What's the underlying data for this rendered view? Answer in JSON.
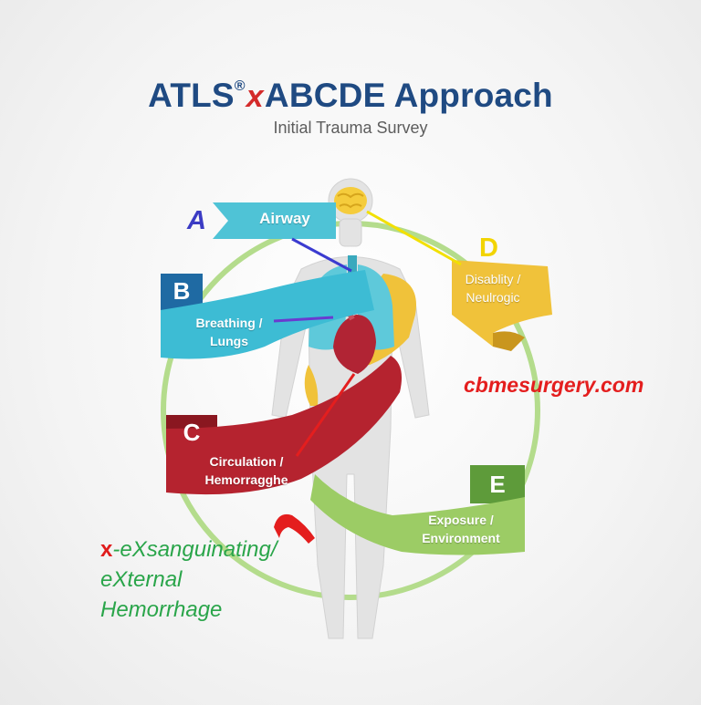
{
  "title": {
    "before": "ATLS",
    "reg": "®",
    "x": "x",
    "after": "ABCDE Approach"
  },
  "subtitle": "Initial Trauma Survey",
  "steps": {
    "A": {
      "letter": "A",
      "label": "Airway",
      "color": "#4fc3d6",
      "letter_color": "#3b3bc4"
    },
    "B": {
      "letter": "B",
      "label_line1": "Breathing /",
      "label_line2": "Lungs",
      "color": "#3dbcd4",
      "badge_color": "#1f6aa3"
    },
    "C": {
      "letter": "C",
      "label_line1": "Circulation /",
      "label_line2": "Hemorragghe",
      "color": "#b5232f",
      "badge_color": "#8a1720"
    },
    "D": {
      "letter": "D",
      "label_line1": "Disablity /",
      "label_line2": "Neulrogic",
      "color": "#f0c23a",
      "letter_color": "#f2d400"
    },
    "E": {
      "letter": "E",
      "label_line1": "Exposure /",
      "label_line2": "Environment",
      "color": "#9ccc65",
      "badge_color": "#5e9b3a"
    }
  },
  "website": "cbmesurgery.com",
  "x_note": {
    "x": "x",
    "line1": "-eXsanguinating/",
    "line2": "eXternal",
    "line3": "Hemorrhage"
  },
  "colors": {
    "ring": "#a8d87a",
    "body": "#e6e6e6",
    "title": "#1f4a82",
    "accent_red": "#e41e1e",
    "green_text": "#2aa54a"
  }
}
